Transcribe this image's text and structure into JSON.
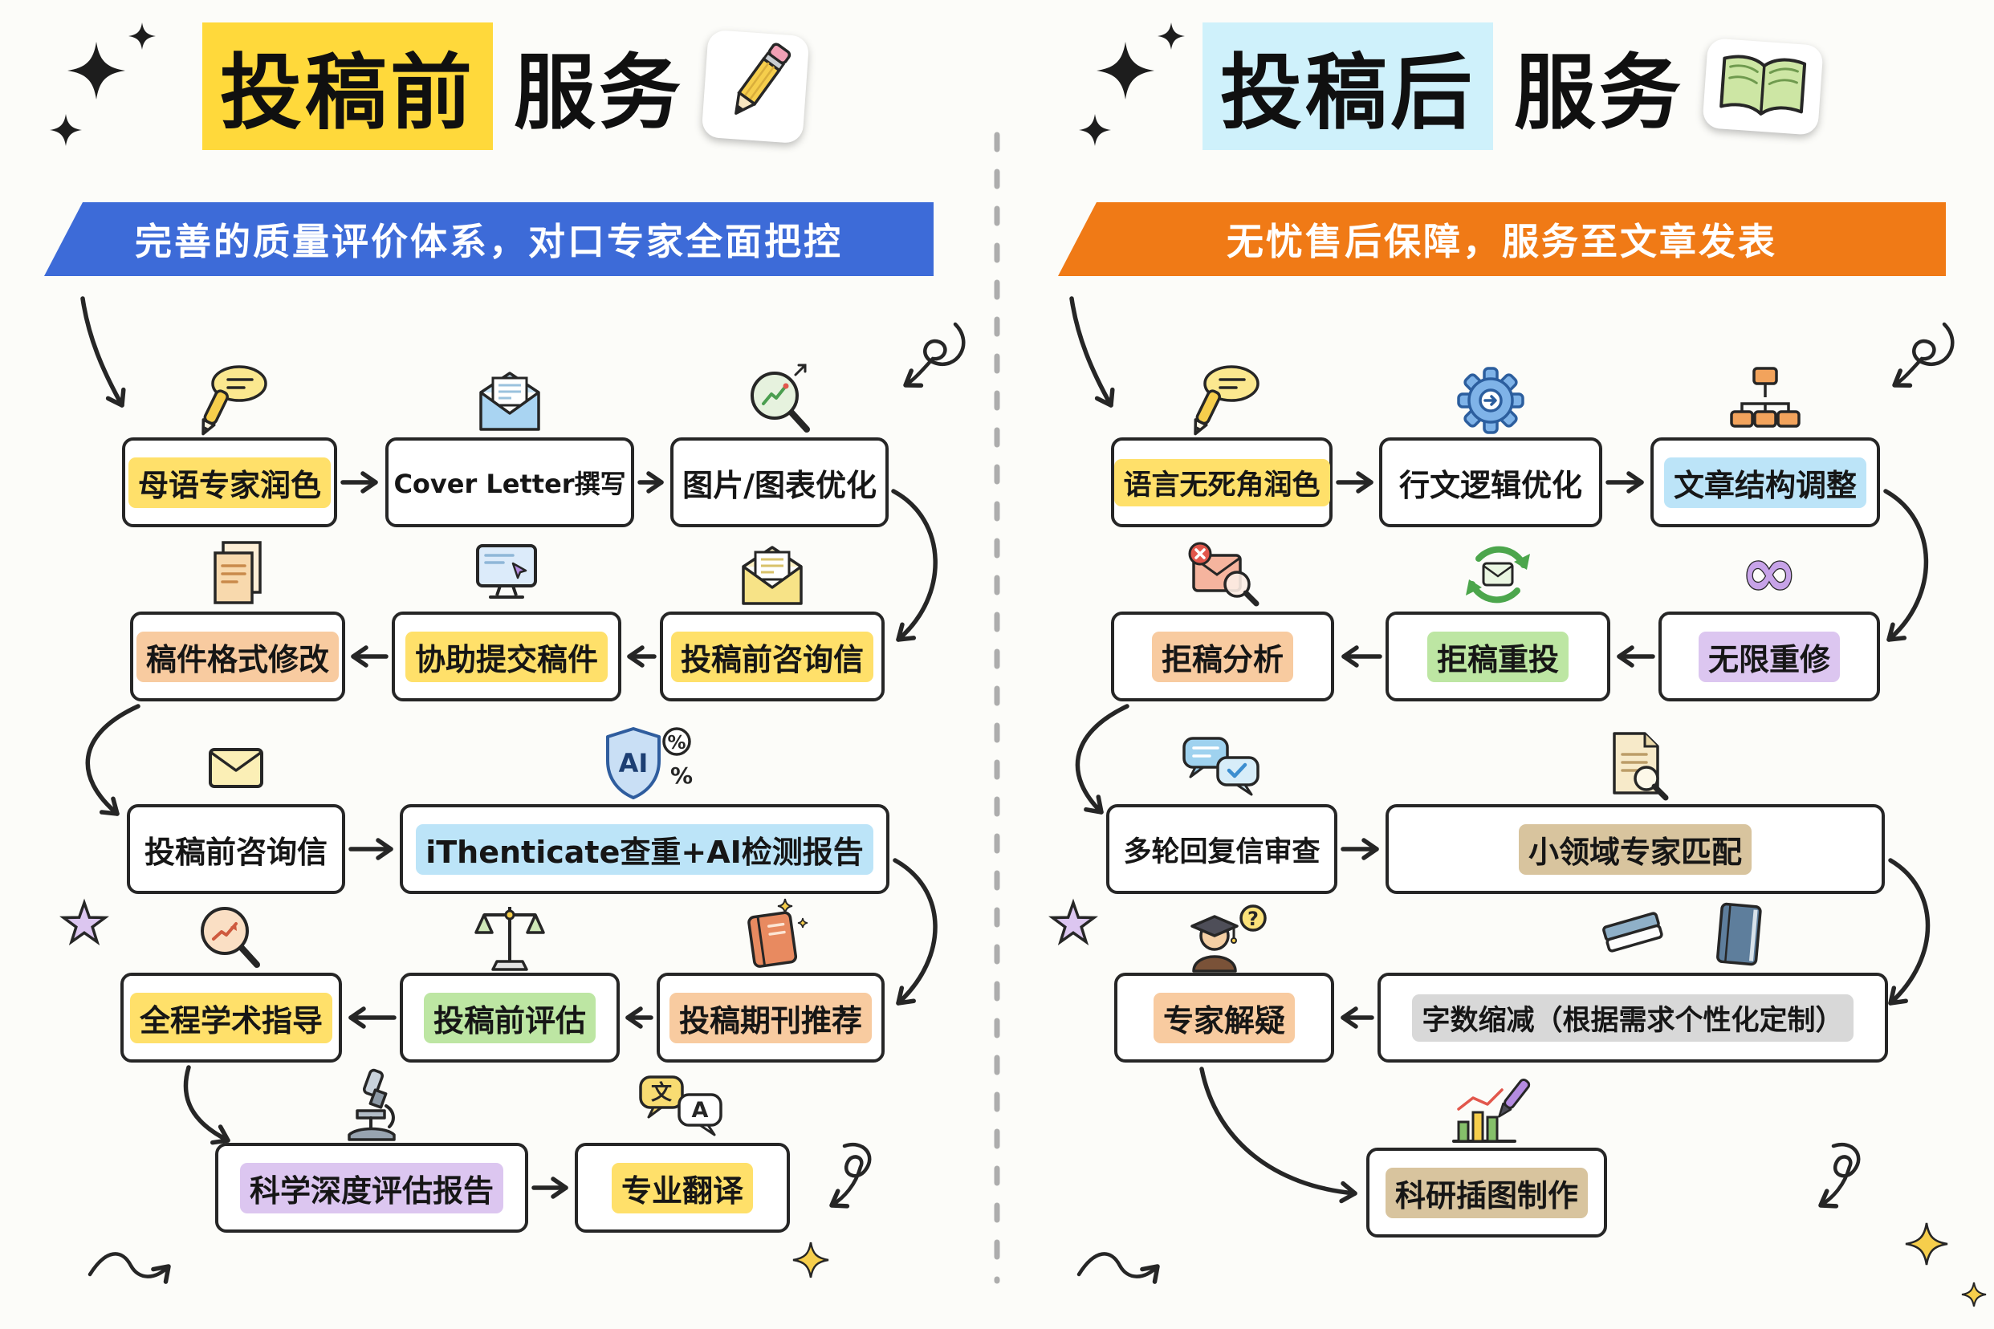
{
  "page": {
    "background": "#FCFCF9",
    "divider_color": "#ADADAD"
  },
  "glyphs": {
    "ai": "AI",
    "percent": "%",
    "zh": "文",
    "en": "A",
    "q": "?",
    "infinity": "∞"
  },
  "colors": {
    "banner_left": "#3D6BD8",
    "banner_right": "#F07A16",
    "title_tag_left": "#FFD93B",
    "title_tag_right": "#CFF1FB",
    "highlight_yellow": "#FFE06A",
    "highlight_orange": "#F8CBA0",
    "highlight_green": "#BDE6A3",
    "highlight_blue": "#BCE4F8",
    "highlight_purple": "#DCC6F0",
    "highlight_tan": "#D8C49E",
    "highlight_gray": "#D8D8D8"
  },
  "left": {
    "title": {
      "tag": "投稿前",
      "suffix": "服务"
    },
    "banner": "完善的质量评价体系，对口专家全面把控",
    "boxes": {
      "polish": "母语专家润色",
      "cover_letter": "Cover Letter撰写",
      "figure": "图片/图表优化",
      "format": "稿件格式修改",
      "submit_assist": "协助提交稿件",
      "inquiry_row2": "投稿前咨询信",
      "inquiry_row3": "投稿前咨询信",
      "plagiarism": "iThenticate查重+AI检测报告",
      "guidance": "全程学术指导",
      "evaluation": "投稿前评估",
      "journal": "投稿期刊推荐",
      "deep_report": "科学深度评估报告",
      "translation": "专业翻译"
    }
  },
  "right": {
    "title": {
      "tag": "投稿后",
      "suffix": "服务"
    },
    "banner": "无忧售后保障，服务至文章发表",
    "boxes": {
      "polish": "语言无死角润色",
      "logic": "行文逻辑优化",
      "structure": "文章结构调整",
      "reject_analysis": "拒稿分析",
      "resubmit": "拒稿重投",
      "unlimited_revision": "无限重修",
      "response_review": "多轮回复信审查",
      "expert_match": "小领域专家匹配",
      "expert_qa": "专家解疑",
      "word_reduce": "字数缩减（根据需求个性化定制）",
      "figure_making": "科研插图制作"
    }
  },
  "icons": {
    "pencil-icon": "pencil sticker",
    "open-book-icon": "open book sticker",
    "pen-speech-icon": "pen with speech bubble",
    "envelope-letter-icon": "open envelope with letter",
    "magnifier-chart-icon": "magnifier over chart",
    "documents-icon": "stacked manuscript pages",
    "monitor-icon": "monitor with cursor",
    "envelope-open-icon": "open yellow envelope",
    "envelope-closed-icon": "closed yellow envelope",
    "ai-shield-icon": "shield with AI and percent marks",
    "magnifier-trend-icon": "magnifier with rising arrow",
    "scale-icon": "balance scale",
    "book-stars-icon": "book with stars",
    "microscope-icon": "microscope",
    "translate-icon": "translation speech bubbles",
    "gear-icon": "gear with arrow",
    "org-chart-icon": "structure tree",
    "envelope-reject-icon": "rejected envelope with magnifier",
    "recycle-envelope-icon": "resubmission cycle envelope",
    "infinity-icon": "infinity symbol",
    "chat-bubbles-icon": "reply chat bubbles",
    "doc-magnifier-icon": "document with magnifier",
    "scholar-icon": "expert with graduation cap",
    "eraser-icon": "eraser",
    "book-icon": "closed book",
    "chart-brush-icon": "chart with paintbrush"
  }
}
